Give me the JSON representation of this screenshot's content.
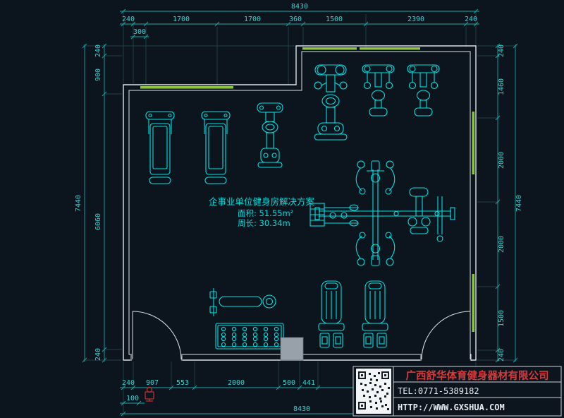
{
  "colors": {
    "background": "#0c141d",
    "wall": "#dde2e7",
    "window": "#8cc63f",
    "equipment": "#00e2e2",
    "dim_line": "#17a8a8",
    "dim_text": "#38d2d2",
    "label_text": "#00dcdc",
    "company_red": "#d23c3c",
    "info_white": "#e8edf2",
    "column_gray": "#98a1a9",
    "hydrant_red": "#c03333",
    "qr_dark": "#131c26",
    "qr_light": "#f2f4f6"
  },
  "plan_label": {
    "title": "企事业单位健身房解决方案",
    "area": "面积: 51.55m²",
    "perimeter": "周长: 30.34m"
  },
  "title_block": {
    "company": "广西舒华体育健身器材有限公司",
    "tel": "TEL:0771-5389182",
    "url": "HTTP://WWW.GXSHUA.COM"
  },
  "dims": {
    "top_total": "8430",
    "top": [
      "240",
      "1700",
      "1700",
      "360",
      "1500",
      "2390",
      "240"
    ],
    "top_sub": "300",
    "left_total": "7440",
    "left": [
      "240",
      "900",
      "6060",
      "240"
    ],
    "right_total": "7440",
    "right": [
      "240",
      "1460",
      "2000",
      "2000",
      "1500",
      "240"
    ],
    "bottom": [
      "240",
      "907",
      "553",
      "2000",
      "500",
      "441"
    ],
    "bottom_sub": "100",
    "bottom_total": "8430"
  }
}
